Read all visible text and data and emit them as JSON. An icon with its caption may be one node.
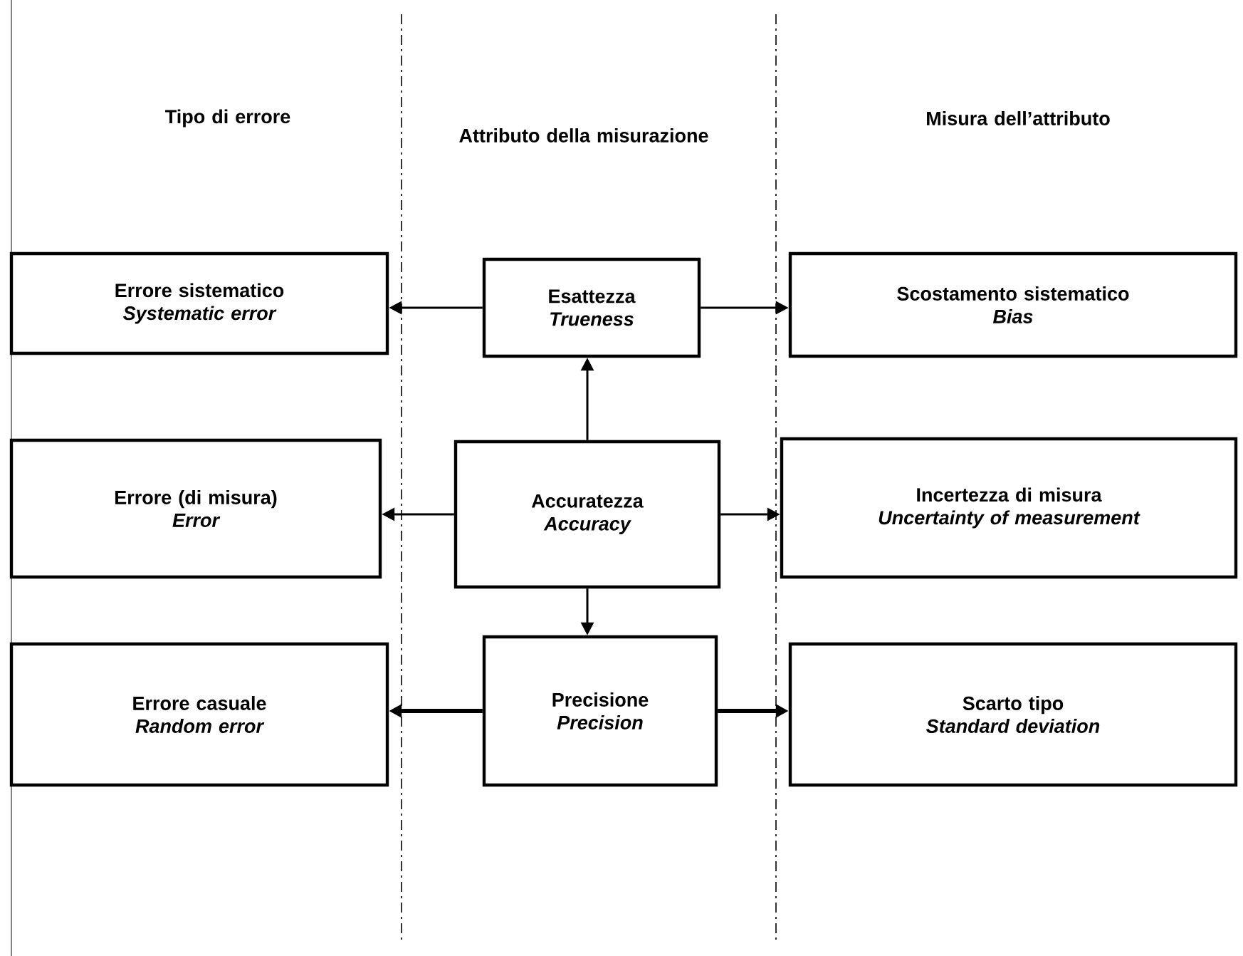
{
  "diagram": {
    "nodes": [
      {
        "text": [
          "Errore sistematico",
          "Systematic error"
        ]
      },
      {
        "text": [
          "Esattezza",
          "Trueness"
        ]
      },
      {
        "text": [
          "Scostamento sistematico",
          "Bias"
        ]
      },
      {
        "text": [
          "Errore (di misura)",
          "Error"
        ]
      },
      {
        "text": [
          "Accuratezza",
          "Accuracy"
        ]
      },
      {
        "text": [
          "Incertezza di misura",
          "Uncertainty of measurement"
        ]
      },
      {
        "text": [
          "Errore casuale",
          "Random error"
        ]
      },
      {
        "text": [
          "Precisione",
          "Precision"
        ]
      },
      {
        "text": [
          "Scarto tipo",
          "Standard deviation"
        ]
      }
    ],
    "edges": [
      {
        "from": 1,
        "to": 0,
        "arrow": "to"
      },
      {
        "from": 1,
        "to": 2,
        "arrow": "to"
      },
      {
        "from": 4,
        "to": 1,
        "arrow": "to"
      },
      {
        "from": 4,
        "to": 3,
        "arrow": "to"
      },
      {
        "from": 4,
        "to": 5,
        "arrow": "to"
      },
      {
        "from": 4,
        "to": 7,
        "arrow": "to"
      },
      {
        "from": 7,
        "to": 6,
        "arrow": "to",
        "style": "thick"
      },
      {
        "from": 7,
        "to": 8,
        "arrow": "to",
        "style": "thick"
      }
    ],
    "labels": [
      "Tipo di errore",
      "Attributo della misurazione",
      "Misura dell’attributo"
    ]
  }
}
